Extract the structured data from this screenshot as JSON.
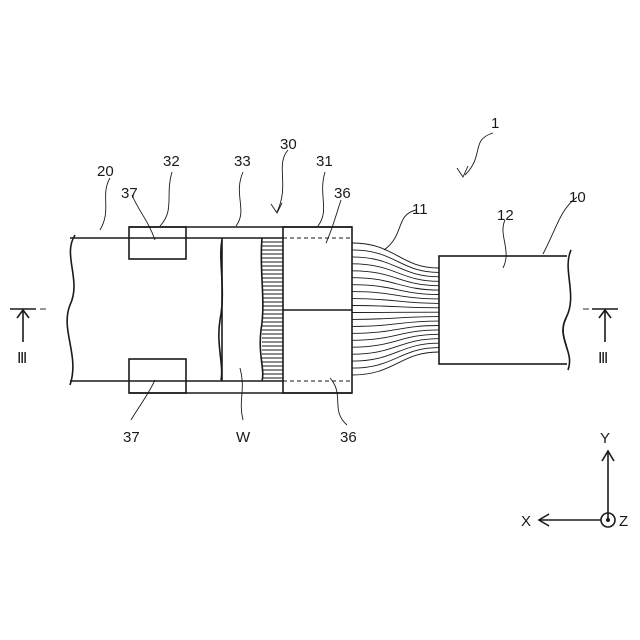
{
  "labels": {
    "l1": "1",
    "l10": "10",
    "l11": "11",
    "l12": "12",
    "l20": "20",
    "l30": "30",
    "l31": "31",
    "l32": "32",
    "l33": "33",
    "l36_top": "36",
    "l36_bot": "36",
    "l37_top": "37",
    "l37_bot": "37",
    "lW": "W",
    "section_left": "Ⅲ",
    "section_right": "Ⅲ"
  },
  "axes": {
    "x": "X",
    "y": "Y",
    "z": "Z"
  }
}
